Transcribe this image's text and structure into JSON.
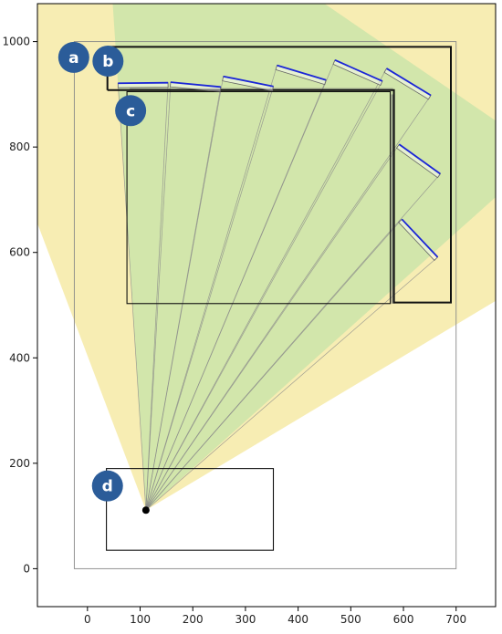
{
  "chart_data": {
    "type": "diagram",
    "xlim": [
      -95,
      775
    ],
    "ylim": [
      -72,
      1072
    ],
    "x_ticks": [
      0,
      100,
      200,
      300,
      400,
      500,
      600,
      700
    ],
    "y_ticks": [
      0,
      200,
      400,
      600,
      800,
      1000
    ],
    "x_tick_labels": [
      "0",
      "100",
      "200",
      "300",
      "400",
      "500",
      "600",
      "700"
    ],
    "y_tick_labels": [
      "0",
      "200",
      "400",
      "600",
      "800",
      "1000"
    ],
    "colors": {
      "yellow_cone": "#f5e8a0",
      "green_cone": "#c6e3a8",
      "badge": "#2b5c99",
      "tile": "#1a25d6",
      "outline": "#111111"
    },
    "source_point": [
      111,
      111
    ],
    "outer_room": {
      "x0": -25,
      "y0": 0,
      "x1": 700,
      "y1": 1000
    },
    "box_b": {
      "x0": 38,
      "y0": 505,
      "x1": 690,
      "y1": 990,
      "inner_x": 582,
      "inner_y": 908
    },
    "box_c": {
      "x0": 75,
      "y0": 503,
      "x1": 575,
      "y1": 905
    },
    "box_d": {
      "x0": 36,
      "y0": 35,
      "x1": 353,
      "y1": 190
    },
    "yellow_cone": [
      [
        111,
        111
      ],
      [
        -95,
        655
      ],
      [
        -95,
        1072
      ],
      [
        775,
        1072
      ],
      [
        775,
        508
      ]
    ],
    "green_cone": [
      [
        111,
        111
      ],
      [
        48,
        1072
      ],
      [
        450,
        1072
      ],
      [
        775,
        850
      ],
      [
        775,
        705
      ]
    ],
    "tiles": [
      {
        "p1": [
          58,
          921
        ],
        "p2": [
          153,
          922
        ]
      },
      {
        "p1": [
          158,
          923
        ],
        "p2": [
          253,
          914
        ]
      },
      {
        "p1": [
          258,
          934
        ],
        "p2": [
          353,
          915
        ]
      },
      {
        "p1": [
          360,
          955
        ],
        "p2": [
          453,
          927
        ]
      },
      {
        "p1": [
          470,
          965
        ],
        "p2": [
          560,
          925
        ]
      },
      {
        "p1": [
          568,
          949
        ],
        "p2": [
          652,
          898
        ]
      },
      {
        "p1": [
          592,
          805
        ],
        "p2": [
          670,
          749
        ]
      },
      {
        "p1": [
          597,
          663
        ],
        "p2": [
          665,
          591
        ]
      }
    ],
    "labels": [
      {
        "text": "a",
        "x": -26,
        "y": 970
      },
      {
        "text": "b",
        "x": 39,
        "y": 963
      },
      {
        "text": "c",
        "x": 82,
        "y": 869
      },
      {
        "text": "d",
        "x": 38,
        "y": 157
      }
    ]
  }
}
